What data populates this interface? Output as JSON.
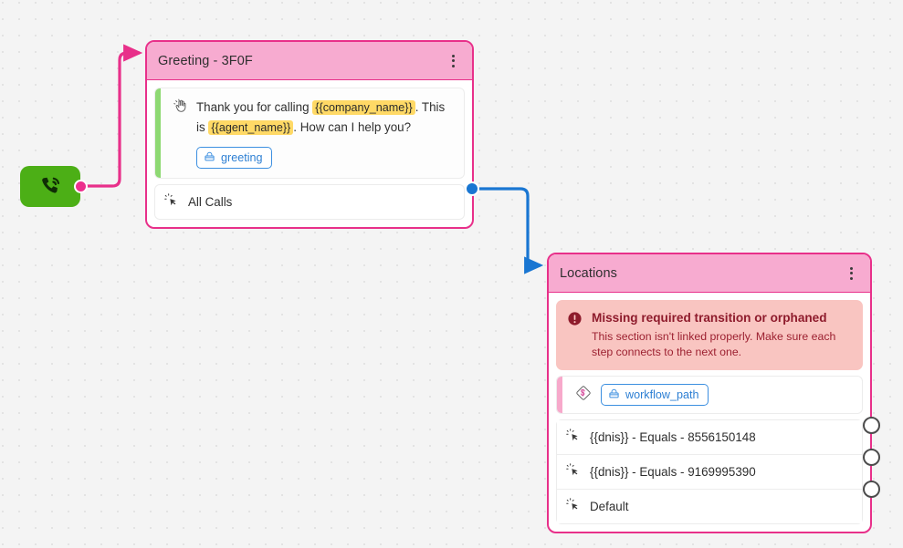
{
  "canvas": {
    "background_color": "#f4f4f4",
    "dot_color": "#e3e3e3"
  },
  "start_node": {
    "name": "inbound-call-trigger",
    "icon": "phone-ringing-icon",
    "color": "#4caf16",
    "port_color": "#ec2f8e"
  },
  "edges": [
    {
      "name": "start-to-greeting",
      "color": "#e8308a",
      "from": "inbound-call-trigger",
      "to": "greeting-node"
    },
    {
      "name": "allcalls-to-locations",
      "color": "#1976d2",
      "from": "all-calls-output",
      "to": "locations-node"
    }
  ],
  "greeting_node": {
    "title": "Greeting - 3F0F",
    "header_color": "#f7abd0",
    "border_color": "#e8308a",
    "menu_icon": "kebab-menu-icon",
    "message": {
      "icon": "waving-hand-icon",
      "accent_color": "#8ed973",
      "segments": [
        {
          "type": "text",
          "value": "Thank you for calling "
        },
        {
          "type": "variable",
          "value": "{{company_name}}"
        },
        {
          "type": "text",
          "value": ". This is "
        },
        {
          "type": "variable",
          "value": "{{agent_name}}"
        },
        {
          "type": "text",
          "value": ". How can I help you?"
        }
      ],
      "chip": {
        "icon": "database-icon",
        "label": "greeting"
      }
    },
    "outputs": [
      {
        "icon": "click-select-icon",
        "label": "All Calls",
        "port_color": "#1976d2"
      }
    ]
  },
  "locations_node": {
    "title": "Locations",
    "header_color": "#f7abd0",
    "border_color": "#e8308a",
    "menu_icon": "kebab-menu-icon",
    "alert": {
      "icon": "error-exclamation-icon",
      "title": "Missing required transition or orphaned",
      "description": "This section isn't linked properly. Make sure each step connects to the next one.",
      "background_color": "#f9c5c1",
      "text_color": "#8e1b2c"
    },
    "variable_row": {
      "icon": "variable-diamond-icon",
      "accent_color": "#f7a9cb",
      "chip": {
        "icon": "database-icon",
        "label": "workflow_path"
      }
    },
    "branches": [
      {
        "icon": "click-select-icon",
        "label": "{{dnis}} - Equals - 8556150148"
      },
      {
        "icon": "click-select-icon",
        "label": "{{dnis}} - Equals - 9169995390"
      },
      {
        "icon": "click-select-icon",
        "label": "Default"
      }
    ]
  }
}
